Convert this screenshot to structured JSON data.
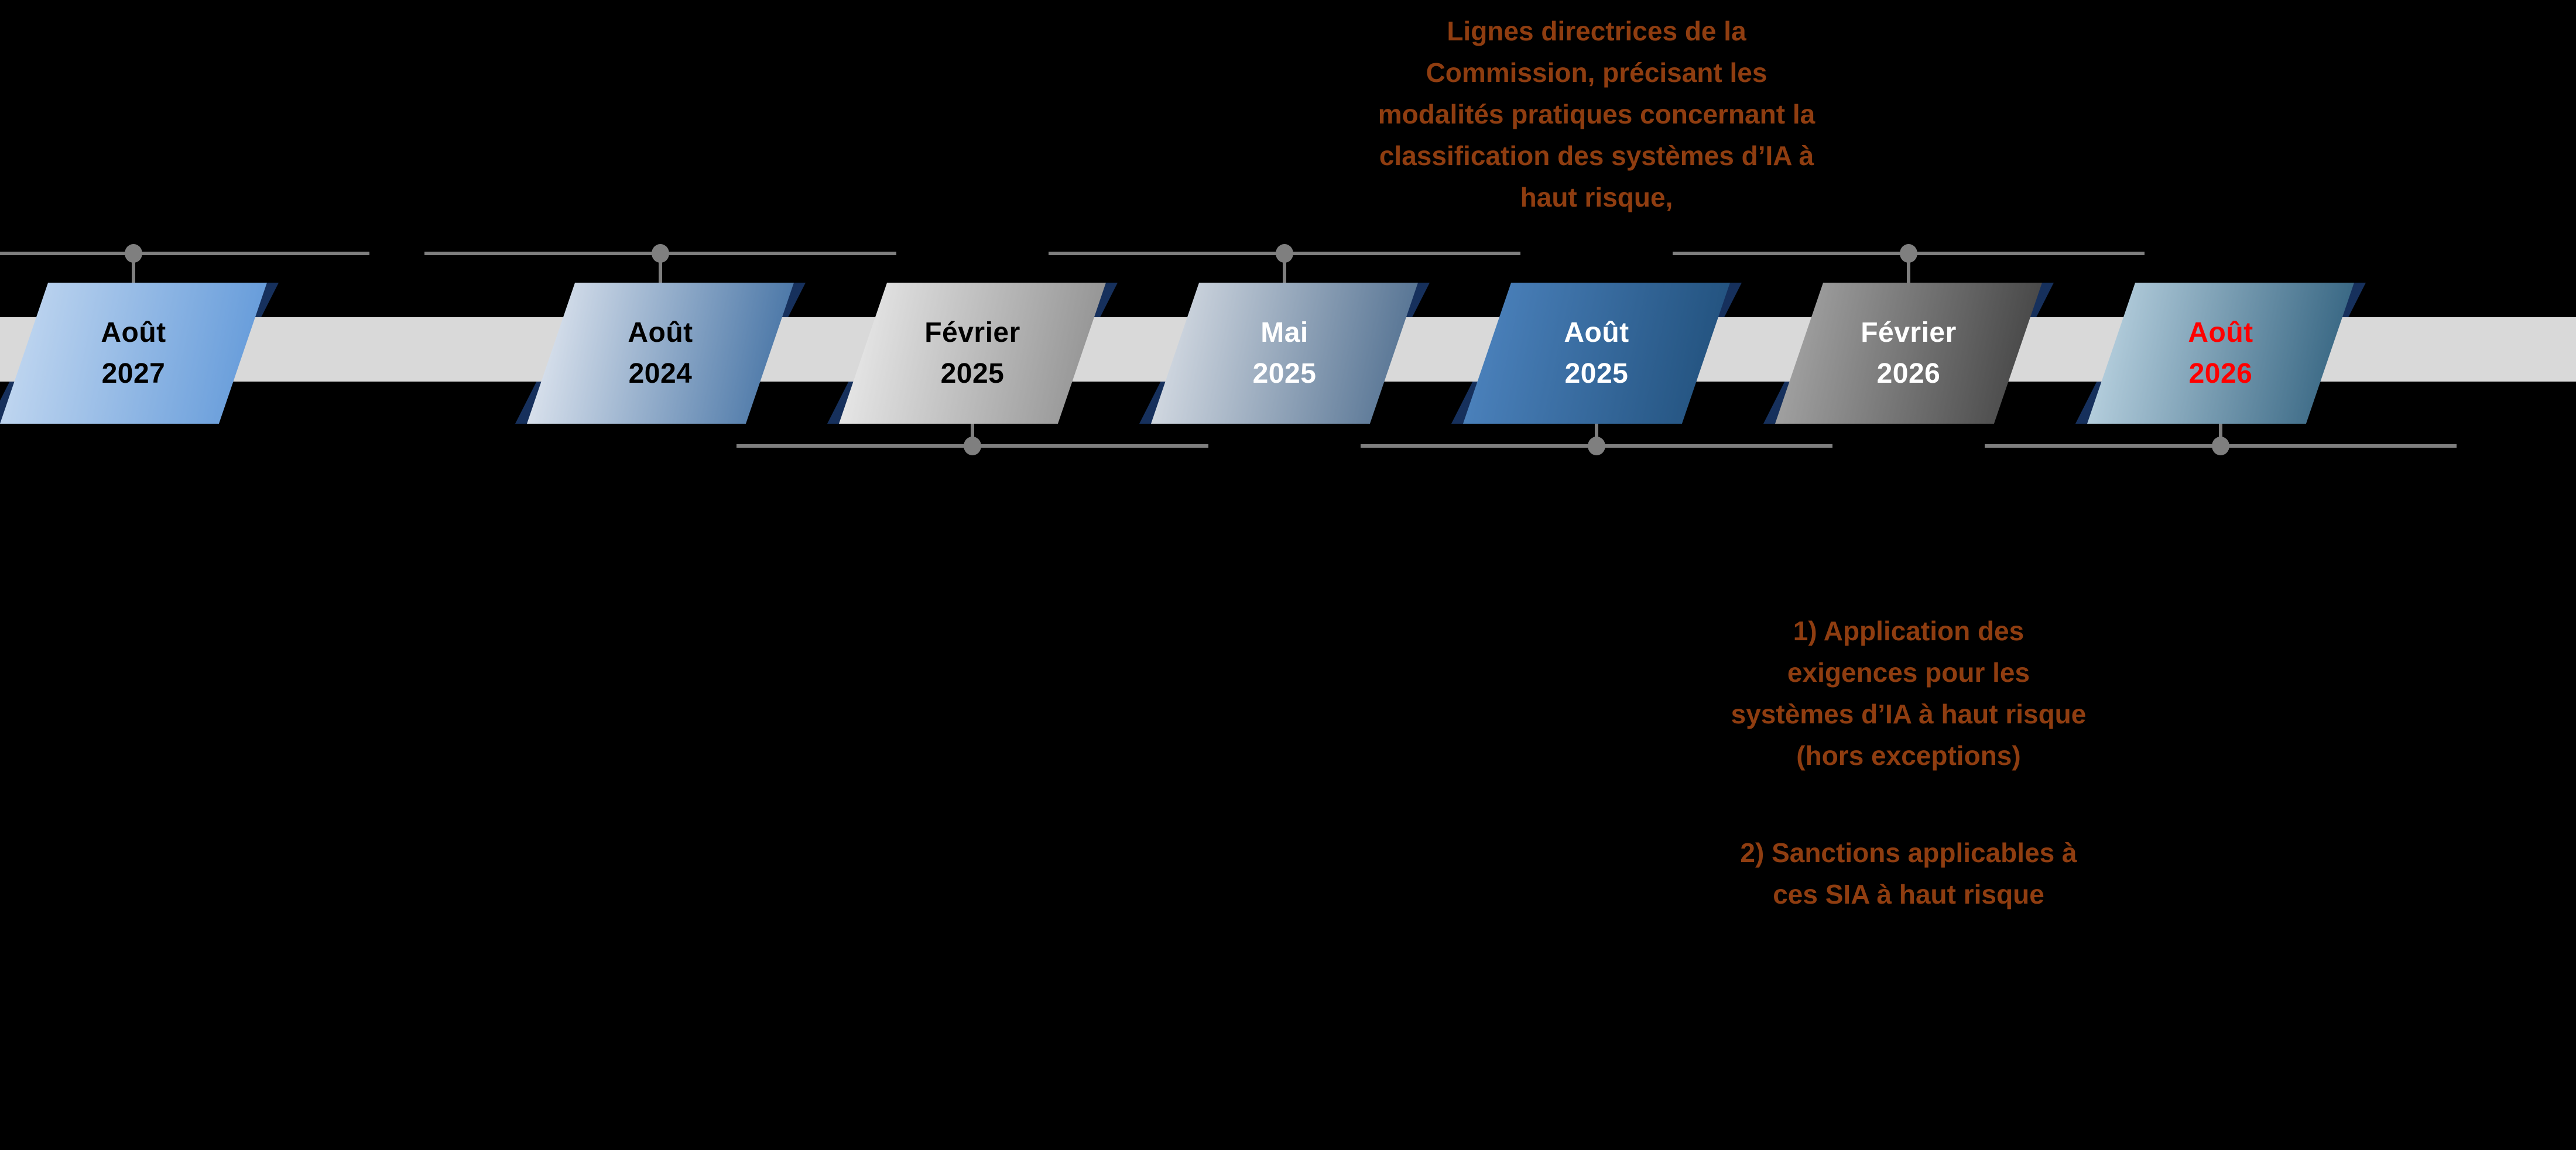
{
  "colors": {
    "background": "#000000",
    "band": "#D9D9D9",
    "navy_fold": "#16305C",
    "connector_gray": "#7F7F7F",
    "annotation_rust": "#8F3D10",
    "highlight_red": "#FF0000"
  },
  "annotations": {
    "top": {
      "text": "Lignes directrices de la\nCommission, précisant les\nmodalités pratiques concernant la\nclassification des systèmes d’IA à\nhaut risque,"
    },
    "bottom": {
      "para1": "1) Application des\nexigences pour les\nsystèmes d’IA à haut risque\n(hors exceptions)",
      "para2": "2) Sanctions applicables à\nces SIA à haut risque"
    }
  },
  "timeline": {
    "items": [
      {
        "month": "Août",
        "year": "2024",
        "connector": "top",
        "text_color": "#000000",
        "gradient_from": "#E9EDF4",
        "gradient_to": "#3C6CA0"
      },
      {
        "month": "Février",
        "year": "2025",
        "connector": "bottom",
        "text_color": "#000000",
        "gradient_from": "#EFEFEF",
        "gradient_to": "#8C8C8C"
      },
      {
        "month": "Mai",
        "year": "2025",
        "connector": "top",
        "text_color": "#FFFFFF",
        "gradient_from": "#DFE3E9",
        "gradient_to": "#4A6A8C"
      },
      {
        "month": "Août",
        "year": "2025",
        "connector": "bottom",
        "text_color": "#FFFFFF",
        "gradient_from": "#4F86C2",
        "gradient_to": "#1F4E79"
      },
      {
        "month": "Février",
        "year": "2026",
        "connector": "top",
        "text_color": "#FFFFFF",
        "gradient_from": "#ABABAB",
        "gradient_to": "#3E3E3E"
      },
      {
        "month": "Août",
        "year": "2026",
        "connector": "bottom",
        "text_color": "#FF0000",
        "gradient_from": "#C3DAE7",
        "gradient_to": "#2B5C7A"
      },
      {
        "month": "Août",
        "year": "2027",
        "connector": "top",
        "text_color": "#000000",
        "gradient_from": "#C9DCF2",
        "gradient_to": "#5D96D8"
      }
    ]
  }
}
